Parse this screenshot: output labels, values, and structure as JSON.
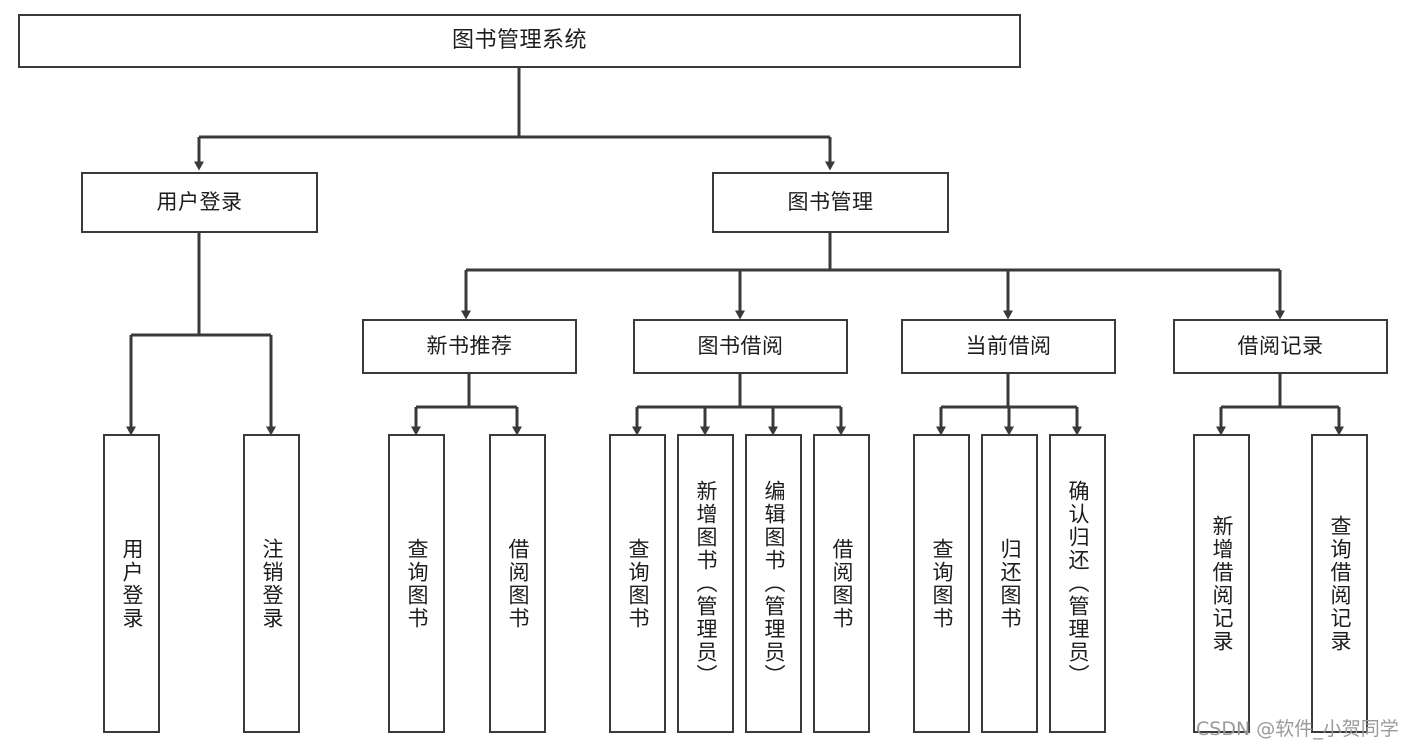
{
  "diagram": {
    "type": "tree-hierarchy-chart",
    "title": "图书管理系统",
    "watermark": "CSDN @软件_小贺同学",
    "colors": {
      "stroke": "#3a3a3a",
      "fill": "#ffffff",
      "text": "#1d1d1d",
      "watermark": "#9a9a9a"
    },
    "levels": {
      "root": {
        "label": "图书管理系统"
      },
      "level2": [
        {
          "label": "用户登录"
        },
        {
          "label": "图书管理"
        }
      ],
      "level3": [
        {
          "label": "新书推荐"
        },
        {
          "label": "图书借阅"
        },
        {
          "label": "当前借阅"
        },
        {
          "label": "借阅记录"
        }
      ],
      "leaves": [
        {
          "label": "用户登录",
          "parent": "用户登录"
        },
        {
          "label": "注销登录",
          "parent": "用户登录"
        },
        {
          "label": "查询图书",
          "parent": "新书推荐"
        },
        {
          "label": "借阅图书",
          "parent": "新书推荐"
        },
        {
          "label": "查询图书",
          "parent": "图书借阅"
        },
        {
          "label": "新增图书（管理员）",
          "parent": "图书借阅"
        },
        {
          "label": "编辑图书（管理员）",
          "parent": "图书借阅"
        },
        {
          "label": "借阅图书",
          "parent": "图书借阅"
        },
        {
          "label": "查询图书",
          "parent": "当前借阅"
        },
        {
          "label": "归还图书",
          "parent": "当前借阅"
        },
        {
          "label": "确认归还（管理员）",
          "parent": "当前借阅"
        },
        {
          "label": "新增借阅记录",
          "parent": "借阅记录"
        },
        {
          "label": "查询借阅记录",
          "parent": "借阅记录"
        }
      ]
    }
  }
}
